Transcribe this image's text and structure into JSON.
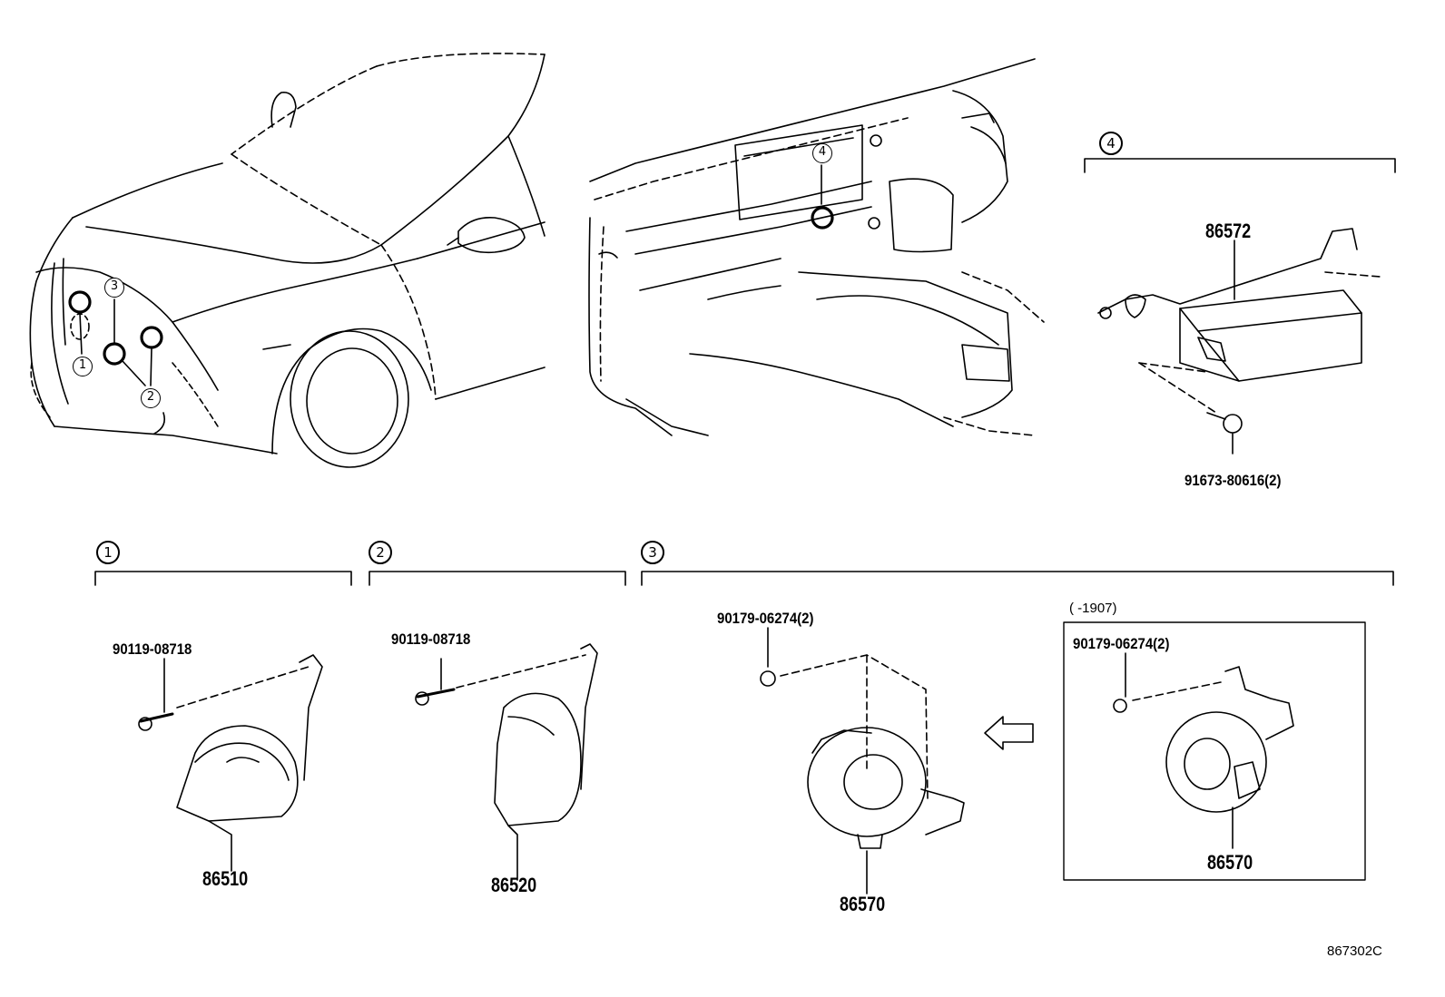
{
  "callouts": {
    "c1": "1",
    "c2": "2",
    "c3": "3",
    "c4": "4"
  },
  "groups": {
    "g1": {
      "ref": "1",
      "bolt": "90119-08718",
      "part": "86510"
    },
    "g2": {
      "ref": "2",
      "bolt": "90119-08718",
      "part": "86520"
    },
    "g3": {
      "ref": "3",
      "nut": "90179-06274(2)",
      "part": "86570",
      "variant_note": "(      -1907)",
      "variant_nut": "90179-06274(2)",
      "variant_part": "86570"
    },
    "g4": {
      "ref": "4",
      "part": "86572",
      "screw": "91673-80616(2)"
    }
  },
  "figure_id": "867302C"
}
